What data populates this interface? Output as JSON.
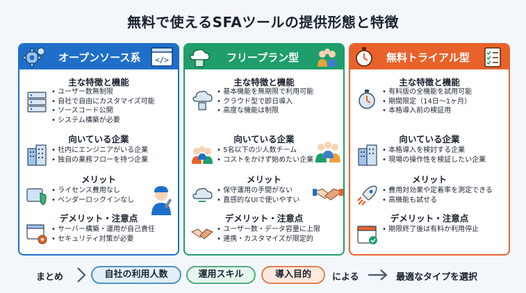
{
  "title": "無料で使えるSFAツールの提供形態と特徴",
  "columns": [
    {
      "heading": "オープンソース系",
      "features": {
        "title": "主な特徴と機能",
        "items": [
          "ユーザー数無制限",
          "自社で自由にカスタマイズ可能",
          "ソースコード公開",
          "システム構築が必要"
        ]
      },
      "target": {
        "title": "向いている企業",
        "items": [
          "社内にエンジニアがいる企業",
          "独自の業務フローを持つ企業"
        ]
      },
      "merit": {
        "title": "メリット",
        "items": [
          "ライセンス費用なし",
          "ベンダーロックインなし"
        ]
      },
      "demerit": {
        "title": "デメリット・注意点",
        "items": [
          "サーバー構築・運用が自己責任",
          "セキュリティ対策が必要"
        ]
      }
    },
    {
      "heading": "フリープラン型",
      "features": {
        "title": "主な特徴と機能",
        "items": [
          "基本機能を無期限で利用可能",
          "クラウド型で即日導入",
          "高度な機能は制限"
        ]
      },
      "target": {
        "title": "向いている企業",
        "items": [
          "5名以下の少人数チーム",
          "コストをかけず始めたい企業"
        ]
      },
      "merit": {
        "title": "メリット",
        "items": [
          "保守運用の手間がない",
          "直感的なUIで使いやすい"
        ]
      },
      "demerit": {
        "title": "デメリット・注意点",
        "items": [
          "ユーザー数・データ容量に上限",
          "連携・カスタマイズが限定的"
        ]
      }
    },
    {
      "heading": "無料トライアル型",
      "features": {
        "title": "主な特徴と機能",
        "items": [
          "有料版の全機能を試用可能",
          "期間限定（14日〜1ヶ月）",
          "本格導入前の検証用"
        ]
      },
      "target": {
        "title": "向いている企業",
        "items": [
          "本格導入を検討する企業",
          "現場の操作性を検証したい企業"
        ]
      },
      "merit": {
        "title": "メリット",
        "items": [
          "費用対効果や定着率を測定できる",
          "高機能も試せる"
        ]
      },
      "demerit": {
        "title": "デメリット・注意点",
        "items": [
          "期限終了後は有料か利用停止"
        ]
      }
    }
  ],
  "summary": {
    "label": "まとめ",
    "pills": [
      "自社の利用人数",
      "運用スキル",
      "導入目的"
    ],
    "connector": "による",
    "result": "最適なタイプを選択"
  },
  "colors": {
    "open_source": "#1f6fc9",
    "free_plan": "#1f9e6b",
    "trial": "#e8622a"
  },
  "icons": [
    "gear-icon",
    "code-window-icon",
    "cloud-server-icon",
    "team-icon",
    "stopwatch-icon",
    "checklist-icon",
    "server-rack-icon",
    "office-building-icon",
    "wallet-shield-icon",
    "engineer-icon",
    "settings-window-icon",
    "cloud-icon",
    "people-group-icon",
    "handshake-icon",
    "calendar-check-icon",
    "rocket-icon"
  ]
}
